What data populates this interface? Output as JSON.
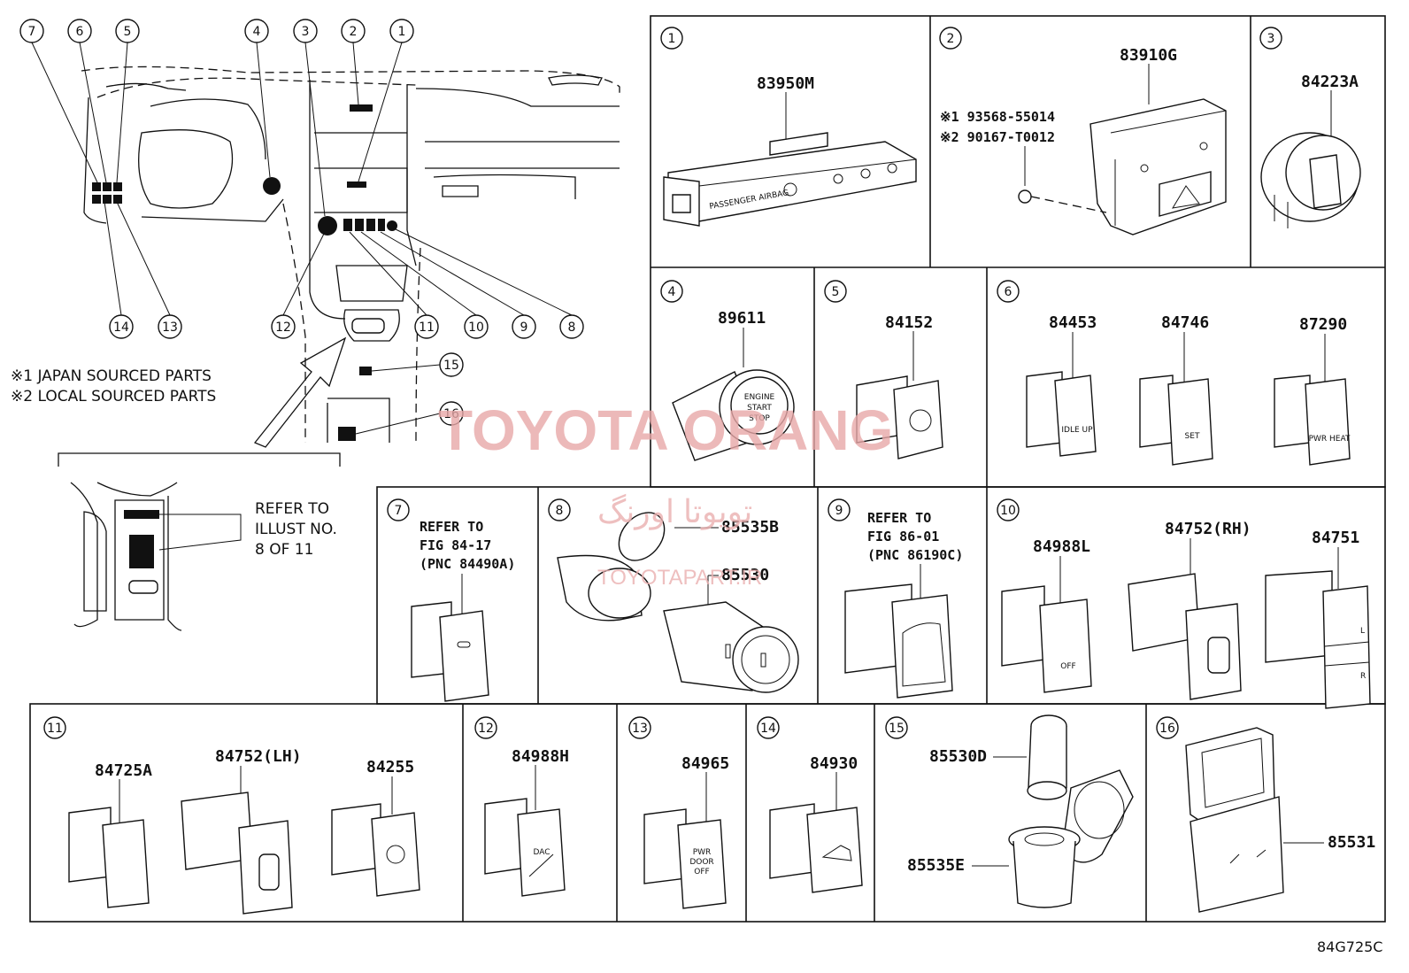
{
  "callouts_overview": [
    "7",
    "6",
    "5",
    "4",
    "3",
    "2",
    "1",
    "14",
    "13",
    "12",
    "11",
    "10",
    "9",
    "8",
    "15",
    "16"
  ],
  "notes": {
    "japan": "※1 JAPAN SOURCED PARTS",
    "local": "※2 LOCAL SOURCED PARTS"
  },
  "refer_illust": [
    "REFER TO",
    "ILLUST NO.",
    "8 OF 11"
  ],
  "panels": {
    "p1": {
      "num": "1",
      "part": "83950M",
      "text": "PASSENGER AIRBAG"
    },
    "p2": {
      "num": "2",
      "part": "83910G",
      "note1": "※1 93568-55014",
      "note2": "※2 90167-T0012"
    },
    "p3": {
      "num": "3",
      "part": "84223A"
    },
    "p4": {
      "num": "4",
      "part": "89611",
      "btn": [
        "ENGINE",
        "START",
        "STOP"
      ]
    },
    "p5": {
      "num": "5",
      "part": "84152"
    },
    "p6": {
      "num": "6",
      "parts": [
        "84453",
        "84746",
        "87290"
      ],
      "labels": [
        "IDLE UP",
        "SET",
        "PWR HEAT"
      ]
    },
    "p7": {
      "num": "7",
      "ref": [
        "REFER TO",
        "FIG 84-17",
        "(PNC 84490A)"
      ]
    },
    "p8": {
      "num": "8",
      "parts": [
        "85535B",
        "85530"
      ]
    },
    "p9": {
      "num": "9",
      "ref": [
        "REFER TO",
        "FIG 86-01",
        "(PNC 86190C)"
      ]
    },
    "p10": {
      "num": "10",
      "parts": [
        "84988L",
        "84752(RH)",
        "84751"
      ],
      "labels": [
        "OFF",
        "L",
        "R"
      ]
    },
    "p11": {
      "num": "11",
      "parts": [
        "84725A",
        "84752(LH)",
        "84255"
      ]
    },
    "p12": {
      "num": "12",
      "part": "84988H",
      "label": "DAC"
    },
    "p13": {
      "num": "13",
      "part": "84965",
      "label": [
        "PWR",
        "DOOR",
        "OFF"
      ]
    },
    "p14": {
      "num": "14",
      "part": "84930"
    },
    "p15": {
      "num": "15",
      "parts": [
        "85530D",
        "85535E"
      ]
    },
    "p16": {
      "num": "16",
      "part": "85531"
    }
  },
  "watermark": {
    "main": "TOYOTA ORANG",
    "persian": "تویوتا اورنگ",
    "site": "TOYOTAPART.IR"
  },
  "figure_code": "84G725C"
}
